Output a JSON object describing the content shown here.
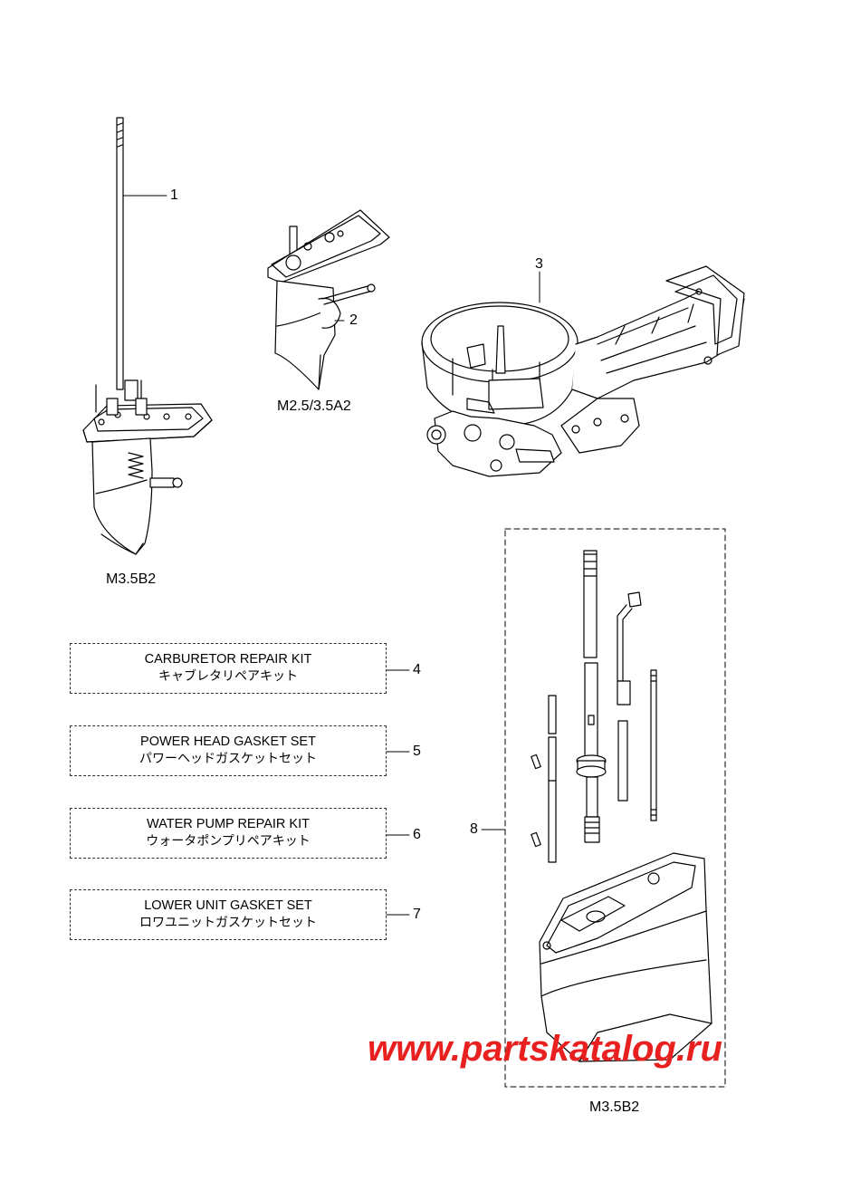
{
  "callouts": {
    "c1": "1",
    "c2": "2",
    "c3": "3",
    "c4": "4",
    "c5": "5",
    "c6": "6",
    "c7": "7",
    "c8": "8"
  },
  "models": {
    "model_left": "M3.5B2",
    "model_mid": "M2.5/3.5A2",
    "model_bottom": "M3.5B2"
  },
  "kits": [
    {
      "en": "CARBURETOR REPAIR KIT",
      "jp": "キャブレタリペアキット"
    },
    {
      "en": "POWER HEAD GASKET SET",
      "jp": "パワーヘッドガスケットセット"
    },
    {
      "en": "WATER PUMP REPAIR KIT",
      "jp": "ウォータポンプリペアキット"
    },
    {
      "en": "LOWER UNIT GASKET SET",
      "jp": "ロワユニットガスケットセット"
    }
  ],
  "watermark": "www.partskatalog.ru",
  "colors": {
    "watermark": "#e8201f",
    "line": "#000000"
  }
}
